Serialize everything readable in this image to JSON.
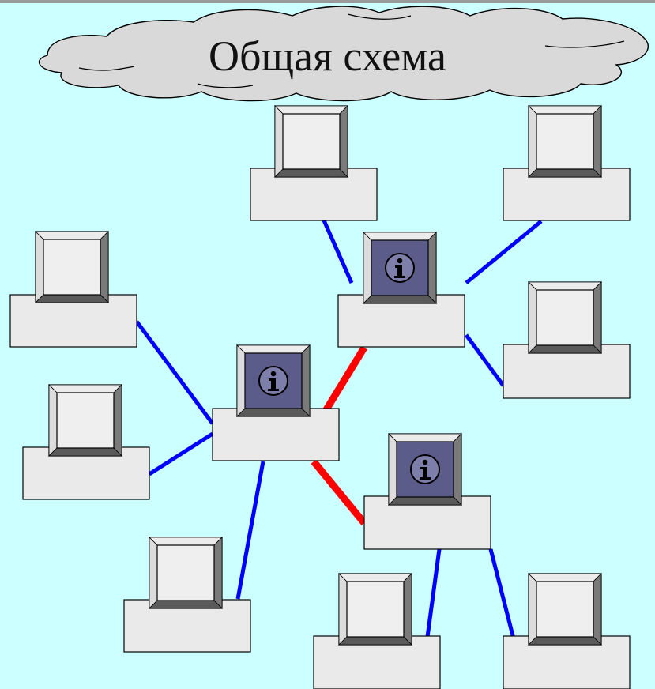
{
  "title": "Общая схема",
  "colors": {
    "background": "#ccffff",
    "cloud_fill": "#d9d9d9",
    "client_link": "#0000ff",
    "server_link": "#ff0000",
    "server_screen": "#5c5c8a",
    "device_fill": "#eaeaea"
  },
  "server_icon": "info-icon",
  "nodes": [
    {
      "id": "server-center",
      "role": "server"
    },
    {
      "id": "server-top",
      "role": "server"
    },
    {
      "id": "server-bottom",
      "role": "server"
    },
    {
      "id": "client-top-middle",
      "role": "client"
    },
    {
      "id": "client-top-right",
      "role": "client"
    },
    {
      "id": "client-right",
      "role": "client"
    },
    {
      "id": "client-left-upper",
      "role": "client"
    },
    {
      "id": "client-left-lower",
      "role": "client"
    },
    {
      "id": "client-bottom-left",
      "role": "client"
    },
    {
      "id": "client-bottom-middle",
      "role": "client"
    },
    {
      "id": "client-bottom-right",
      "role": "client"
    }
  ],
  "links": [
    {
      "from": "server-center",
      "to": "server-top",
      "type": "server"
    },
    {
      "from": "server-center",
      "to": "server-bottom",
      "type": "server"
    },
    {
      "from": "server-center",
      "to": "client-left-upper",
      "type": "client"
    },
    {
      "from": "server-center",
      "to": "client-left-lower",
      "type": "client"
    },
    {
      "from": "server-center",
      "to": "client-bottom-left",
      "type": "client"
    },
    {
      "from": "server-top",
      "to": "client-top-middle",
      "type": "client"
    },
    {
      "from": "server-top",
      "to": "client-top-right",
      "type": "client"
    },
    {
      "from": "server-top",
      "to": "client-right",
      "type": "client"
    },
    {
      "from": "server-bottom",
      "to": "client-bottom-middle",
      "type": "client"
    },
    {
      "from": "server-bottom",
      "to": "client-bottom-right",
      "type": "client"
    }
  ]
}
